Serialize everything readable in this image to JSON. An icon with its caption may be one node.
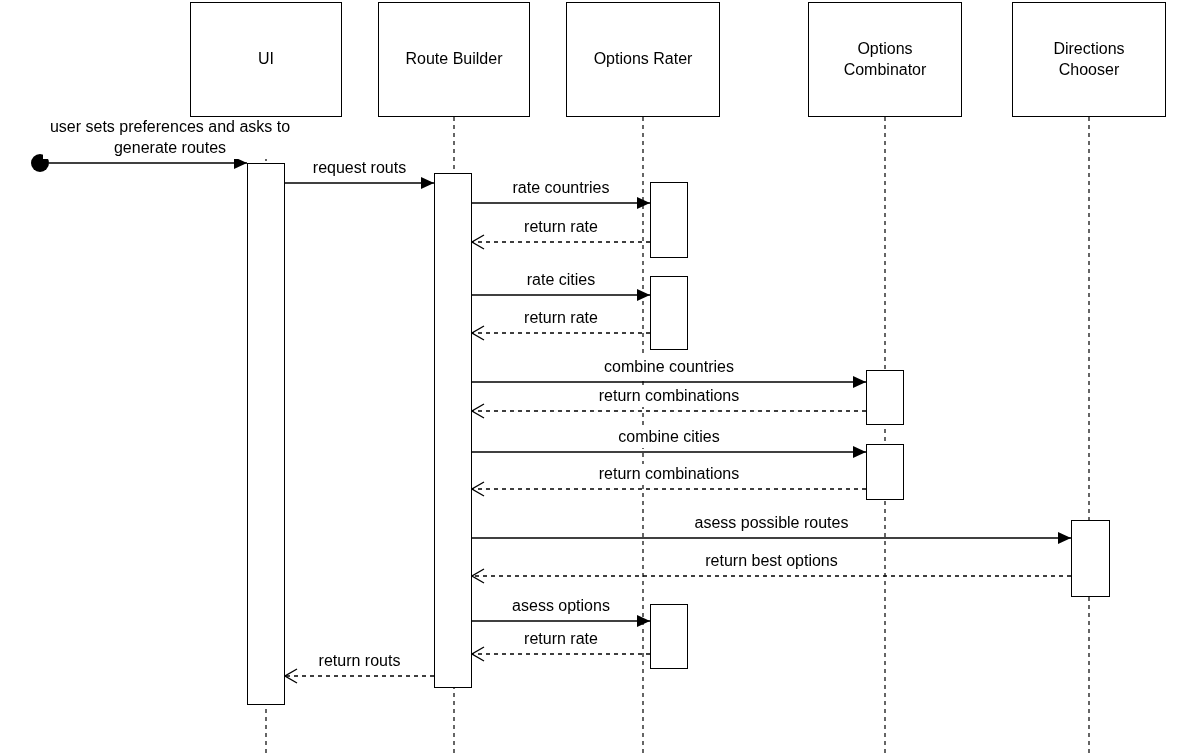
{
  "diagram": {
    "nodes": [
      {
        "text": [
          "UI"
        ]
      },
      {
        "text": [
          "Route Builder"
        ]
      },
      {
        "text": [
          "Options Rater"
        ]
      },
      {
        "text": [
          "Options Combinator"
        ]
      },
      {
        "text": [
          "Directions Chooser"
        ]
      },
      {
        "text": [],
        "shape": "circle"
      },
      {
        "text": [],
        "shape": "bar"
      },
      {
        "text": [],
        "shape": "bar"
      },
      {
        "text": [],
        "shape": "bar"
      },
      {
        "text": [],
        "shape": "bar"
      },
      {
        "text": [],
        "shape": "bar"
      },
      {
        "text": [],
        "shape": "bar"
      },
      {
        "text": [],
        "shape": "bar"
      },
      {
        "text": [],
        "shape": "bar"
      }
    ],
    "edges": [
      {
        "from": 5,
        "to": 6,
        "arrow": "to",
        "label": "user sets preferences and asks to generate routes"
      },
      {
        "from": 6,
        "to": 7,
        "arrow": "to",
        "label": "request routs"
      },
      {
        "from": 7,
        "to": 8,
        "arrow": "to",
        "label": "rate countries"
      },
      {
        "from": 8,
        "to": 7,
        "arrow": "to",
        "label": "return rate",
        "style": "dashed"
      },
      {
        "from": 7,
        "to": 9,
        "arrow": "to",
        "label": "rate cities"
      },
      {
        "from": 9,
        "to": 7,
        "arrow": "to",
        "label": "return rate",
        "style": "dashed"
      },
      {
        "from": 7,
        "to": 10,
        "arrow": "to",
        "label": "combine countries"
      },
      {
        "from": 10,
        "to": 7,
        "arrow": "to",
        "label": "return combinations",
        "style": "dashed"
      },
      {
        "from": 7,
        "to": 11,
        "arrow": "to",
        "label": "combine cities"
      },
      {
        "from": 11,
        "to": 7,
        "arrow": "to",
        "label": "return combinations",
        "style": "dashed"
      },
      {
        "from": 7,
        "to": 12,
        "arrow": "to",
        "label": "asess possible routes"
      },
      {
        "from": 12,
        "to": 7,
        "arrow": "to",
        "label": "return best options",
        "style": "dashed"
      },
      {
        "from": 7,
        "to": 13,
        "arrow": "to",
        "label": "asess options"
      },
      {
        "from": 13,
        "to": 7,
        "arrow": "to",
        "label": "return rate",
        "style": "dashed"
      },
      {
        "from": 7,
        "to": 6,
        "arrow": "to",
        "label": "return routs",
        "style": "dashed"
      }
    ]
  }
}
